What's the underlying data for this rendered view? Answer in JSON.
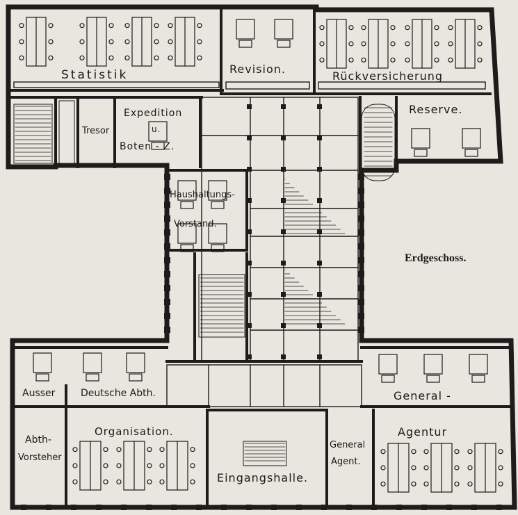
{
  "plan": {
    "title": "Erdgeschoss.",
    "rooms": {
      "statistik": "Statistik",
      "revision": "Revision.",
      "rueckversicherung": "Rückversicherung",
      "expedition_1": "Expedition",
      "expedition_2": "u.",
      "expedition_3": "Boten - Z.",
      "tresor": "Tresor",
      "reserve": "Reserve.",
      "haushaltung_1": "Haushaltungs-",
      "haushaltung_2": "Vorstand.",
      "ausser": "Ausser",
      "deutsche": "Deutsche Abth.",
      "general": "General -",
      "abth_1": "Abth-",
      "abth_2": "Vorsteher",
      "organisation": "Organisation.",
      "agentur": "Agentur",
      "general_agent_1": "General",
      "general_agent_2": "Agent.",
      "eingangshalle": "Eingangshalle."
    }
  },
  "colors": {
    "ink": "#1c1c1a",
    "paper": "#e8e6de"
  }
}
